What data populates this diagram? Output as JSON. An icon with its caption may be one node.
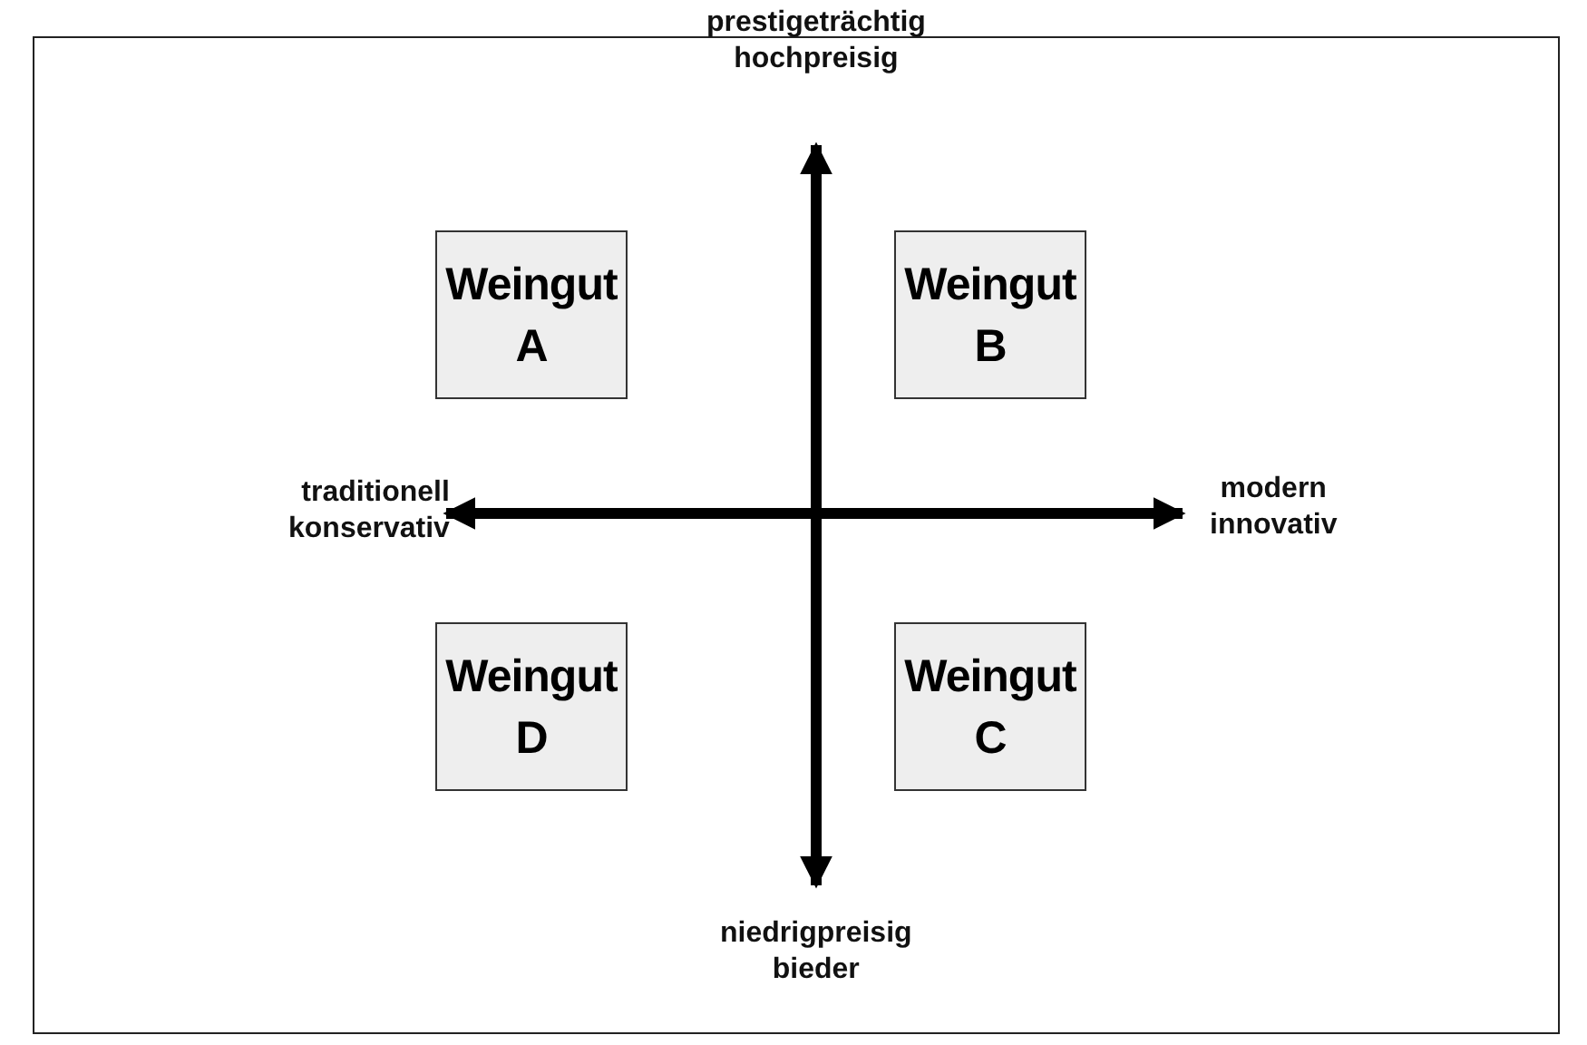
{
  "diagram": {
    "nodes": [
      {
        "text": [
          "Weingut A"
        ]
      },
      {
        "text": [
          "Weingut B"
        ]
      },
      {
        "text": [
          "Weingut D"
        ]
      },
      {
        "text": [
          "Weingut C"
        ]
      }
    ],
    "labels": [
      "prestigeträchtig hochpreisig",
      "traditionell konservativ",
      "modern innovativ",
      "niedrigpreisig bieder"
    ]
  }
}
